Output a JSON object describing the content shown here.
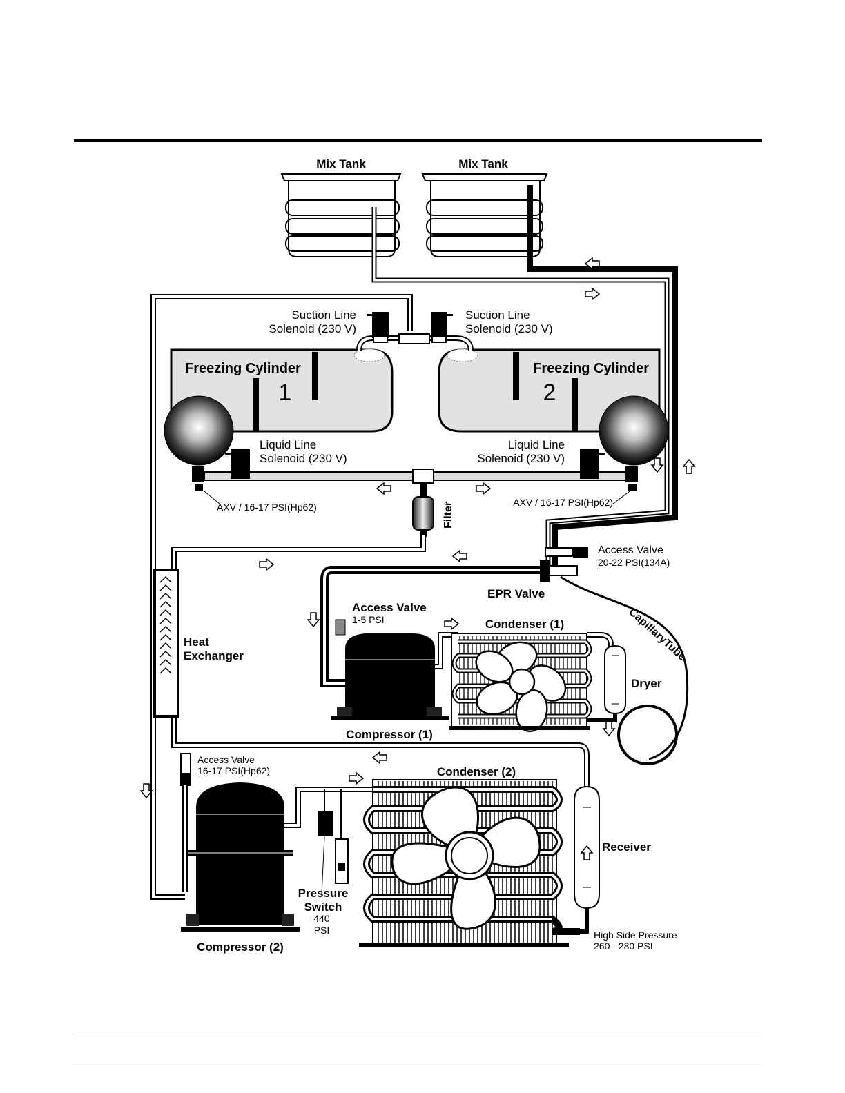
{
  "labels": {
    "mix_tank_left": "Mix Tank",
    "mix_tank_right": "Mix Tank",
    "suction_left_1": "Suction Line",
    "suction_left_2": "Solenoid (230 V)",
    "suction_right_1": "Suction Line",
    "suction_right_2": "Solenoid (230 V)",
    "freezing_cyl_1": "Freezing Cylinder",
    "freezing_cyl_1_num": "1",
    "freezing_cyl_2": "Freezing Cylinder",
    "freezing_cyl_2_num": "2",
    "liquid_left_1": "Liquid Line",
    "liquid_left_2": "Solenoid (230 V)",
    "liquid_right_1": "Liquid Line",
    "liquid_right_2": "Solenoid (230 V)",
    "axv_left": "AXV / 16-17 PSI(Hp62)",
    "axv_right": "AXV / 16-17 PSI(Hp62)",
    "filter": "Filter",
    "access_valve_top_1": "Access Valve",
    "access_valve_top_2": "20-22 PSI(134A)",
    "epr_valve": "EPR Valve",
    "capillary_tube": "CapillaryTube",
    "access_valve_mid_1": "Access Valve",
    "access_valve_mid_2": "1-5 PSI",
    "condenser_1": "Condenser (1)",
    "dryer": "Dryer",
    "heat_exchanger_1": "Heat",
    "heat_exchanger_2": "Exchanger",
    "compressor_1": "Compressor (1)",
    "access_valve_low_1": "Access Valve",
    "access_valve_low_2": "16-17 PSI(Hp62)",
    "condenser_2": "Condenser (2)",
    "receiver": "Receiver",
    "pressure_switch_1": "Pressure",
    "pressure_switch_2": "Switch",
    "pressure_switch_3": "440",
    "pressure_switch_4": "PSI",
    "high_side_1": "High Side Pressure",
    "high_side_2": "260 - 280 PSI",
    "compressor_2": "Compressor (2)"
  }
}
